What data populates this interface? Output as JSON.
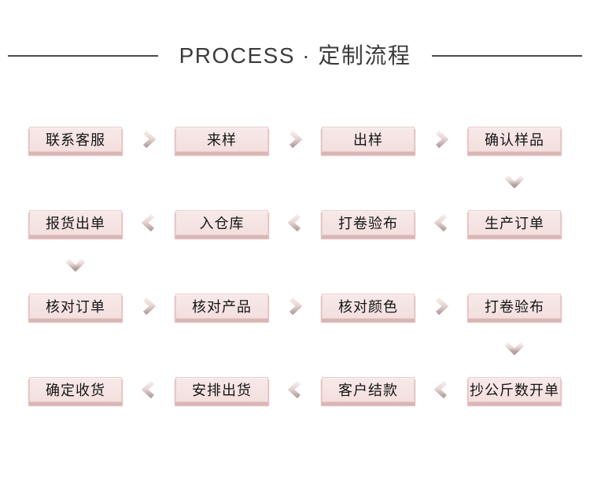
{
  "header": {
    "title": "PROCESS · 定制流程"
  },
  "flow": {
    "rows": [
      {
        "direction": "right",
        "steps": [
          "联系客服",
          "来样",
          "出样",
          "确认样品"
        ]
      },
      {
        "direction": "left",
        "steps": [
          "报货出单",
          "入仓库",
          "打卷验布",
          "生产订单"
        ]
      },
      {
        "direction": "right",
        "steps": [
          "核对订单",
          "核对产品",
          "核对颜色",
          "打卷验布"
        ]
      },
      {
        "direction": "left",
        "steps": [
          "确定收货",
          "安排出货",
          "客户结款",
          "抄公斤数开单"
        ]
      }
    ],
    "connector_icons": {
      "between_steps_row1": "chevron-right-icon",
      "between_steps_row2": "chevron-left-icon",
      "between_steps_row3": "chevron-right-icon",
      "between_steps_row4": "chevron-left-icon",
      "row1_to_row2": "chevron-down-icon",
      "row2_to_row3": "chevron-down-icon",
      "row3_to_row4": "chevron-down-icon"
    }
  },
  "colors": {
    "title_text": "#3b3b3b",
    "title_rule": "#4b4b4b",
    "step_face": "#f4e2e1",
    "step_border": "#e9cecd",
    "step_shadow": "#d9b6b5",
    "step_text": "#141414",
    "chevron_light": "#f6ebea",
    "chevron_dark": "#b3a09e",
    "background": "#ffffff"
  }
}
